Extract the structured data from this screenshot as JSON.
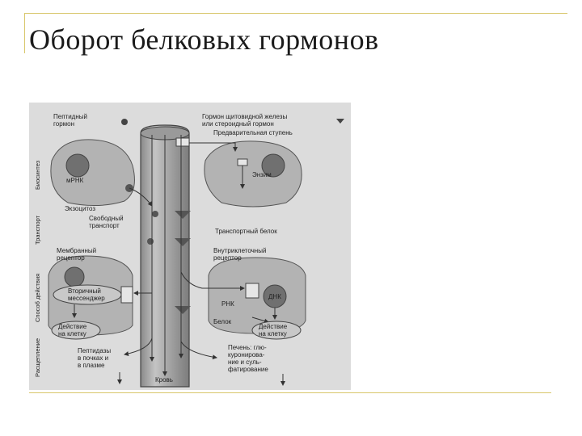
{
  "slide": {
    "title": "Оборот белковых гормонов",
    "accent_color": "#d8c66a"
  },
  "figure": {
    "side_labels": [
      "Биосинтез",
      "Транспорт",
      "Способ действия",
      "Расщепление"
    ],
    "labels": {
      "peptide_hormone": [
        "Пептидный",
        "гормон"
      ],
      "thyroid_steroid": [
        "Гормон щитовидной железы",
        "или стероидный гормон"
      ],
      "precursor_step": "Предварительная ступень",
      "mrna": "мРНК",
      "enzyme": "Энзим",
      "exocytosis": "Экзоцитоз",
      "free_transport": [
        "Свободный",
        "транспорт"
      ],
      "transport_protein": "Транспортный белок",
      "membrane_receptor": [
        "Мембранный",
        "рецептор"
      ],
      "intracellular_receptor": [
        "Внутриклеточный",
        "рецептор"
      ],
      "second_messenger": [
        "Вторичный",
        "мессенджер"
      ],
      "dna": "ДНК",
      "rna": "РНК",
      "protein": "Белок",
      "action_cell_left": [
        "Действие",
        "на клетку"
      ],
      "action_cell_right": [
        "Действие",
        "на клетку"
      ],
      "peptidases": [
        "Пептидазы",
        "в почках и",
        "в плазме"
      ],
      "liver": [
        "Печень: глю-",
        "куронирова-",
        "ние и суль-",
        "фатирование"
      ],
      "blood": "Кровь"
    }
  }
}
